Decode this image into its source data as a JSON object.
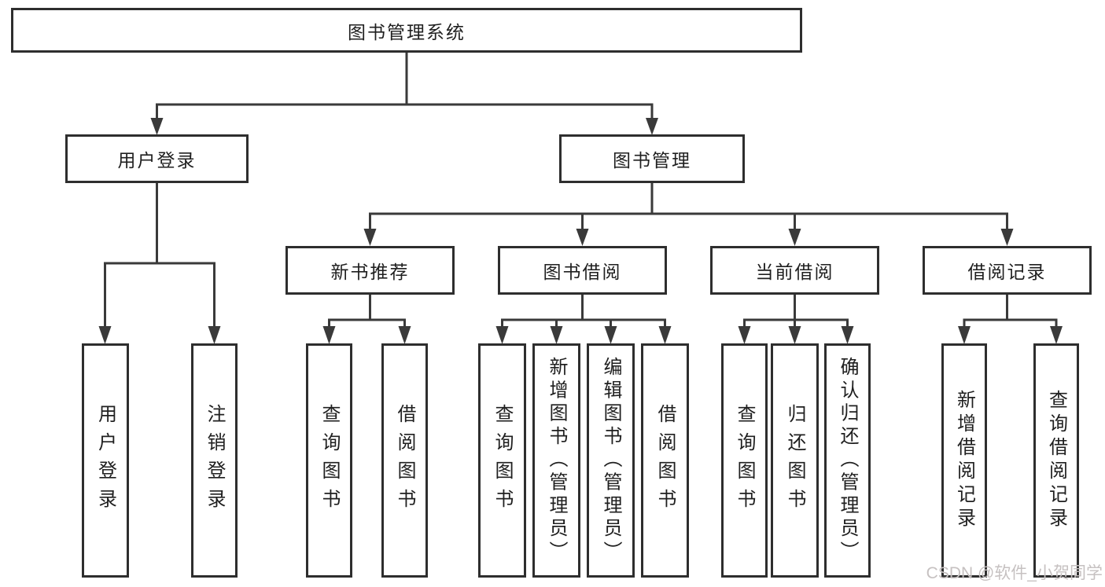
{
  "diagram": {
    "root": {
      "label": "图书管理系统"
    },
    "branches": [
      {
        "label": "用户登录",
        "children": [
          {
            "label": "用户登录"
          },
          {
            "label": "注销登录"
          }
        ]
      },
      {
        "label": "图书管理",
        "children": [
          {
            "label": "新书推荐",
            "children": [
              {
                "label": "查询图书"
              },
              {
                "label": "借阅图书"
              }
            ]
          },
          {
            "label": "图书借阅",
            "children": [
              {
                "label": "查询图书"
              },
              {
                "label": "新增图书（管理员）"
              },
              {
                "label": "编辑图书（管理员）"
              },
              {
                "label": "借阅图书"
              }
            ]
          },
          {
            "label": "当前借阅",
            "children": [
              {
                "label": "查询图书"
              },
              {
                "label": "归还图书"
              },
              {
                "label": "确认归还（管理员）"
              }
            ]
          },
          {
            "label": "借阅记录",
            "children": [
              {
                "label": "新增借阅记录"
              },
              {
                "label": "查询借阅记录"
              }
            ]
          }
        ]
      }
    ]
  },
  "watermark": {
    "text": "CSDN @软件_小贺同学"
  },
  "colors": {
    "border": "#2e2e2e",
    "line": "#3a3a3a",
    "text": "#1f1f1f",
    "watermark": "#c6c1c1",
    "background": "#ffffff"
  }
}
